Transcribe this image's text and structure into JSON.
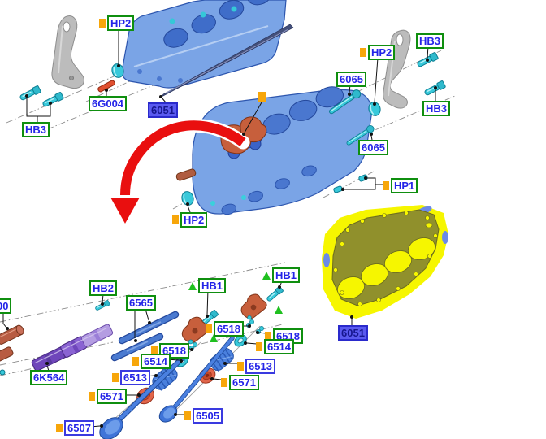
{
  "diagram": {
    "type": "exploded-parts-diagram",
    "subject": "engine cylinder head, head gasket and valvetrain",
    "highlighted_part": "6051",
    "parts": {
      "hp2": "HP2",
      "hb3": "HB3",
      "g6004": "6G004",
      "n6051": "6051",
      "n6065": "6065",
      "hp1": "HP1",
      "hb2": "HB2",
      "n6565": "6565",
      "hb1": "HB1",
      "n6518": "6518",
      "n6514": "6514",
      "n6513": "6513",
      "n6571": "6571",
      "n6505": "6505",
      "n6507": "6507",
      "n6k564": "6K564",
      "n6500_partial": "00"
    },
    "colors": {
      "label_text": "#2424e8",
      "label_border_green": "#0f8f0f",
      "label_border_blue": "#3a3ae0",
      "selected_label_fill": "#5a5af0",
      "selected_label_text": "#16168e",
      "marker_orange": "#f7a60a",
      "marker_triangle_green": "#1fc01f",
      "part_blue": "#7aa4e6",
      "part_teal": "#38c9da",
      "part_orange_red": "#c75f3c",
      "part_purple": "#8a63d2",
      "bracket_gray": "#bcbcbc",
      "gasket_highlight_yellow": "#f6f600",
      "gasket_plate_olive": "#90902c",
      "arrow_red": "#e90f0f"
    }
  }
}
